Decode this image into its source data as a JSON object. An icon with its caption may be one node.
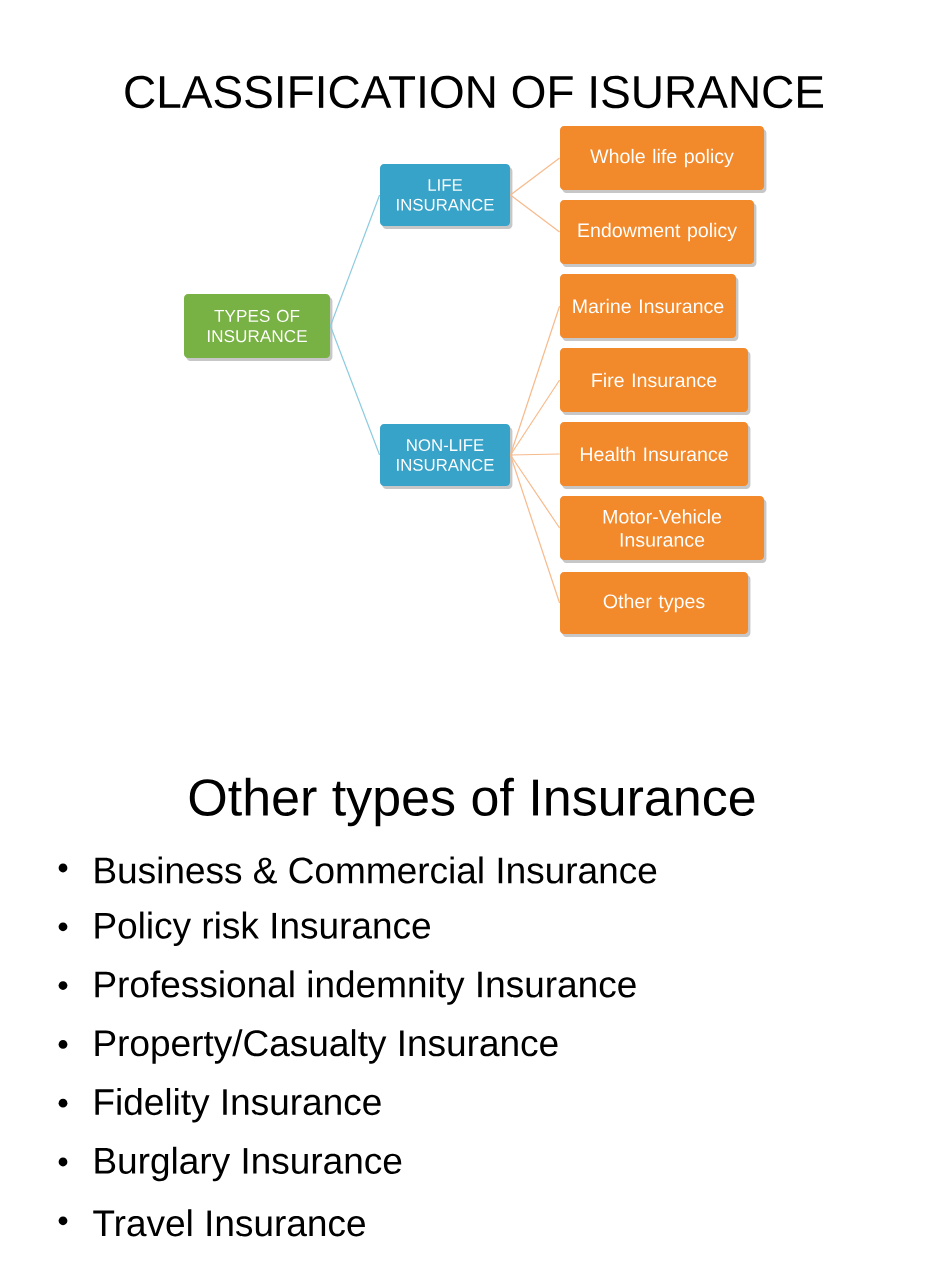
{
  "diagram": {
    "title": "CLASSIFICATION OF ISURANCE",
    "nodes": [
      {
        "text": [
          "TYPES OF INSURANCE"
        ]
      },
      {
        "text": [
          "LIFE INSURANCE"
        ]
      },
      {
        "text": [
          "NON-LIFE INSURANCE"
        ]
      },
      {
        "text": [
          "Whole life policy"
        ]
      },
      {
        "text": [
          "Endowment policy"
        ]
      },
      {
        "text": [
          "Marine Insurance"
        ]
      },
      {
        "text": [
          "Fire Insurance"
        ]
      },
      {
        "text": [
          "Health Insurance"
        ]
      },
      {
        "text": [
          "Motor-Vehicle Insurance"
        ]
      },
      {
        "text": [
          "Other types"
        ]
      }
    ],
    "edges": [
      {
        "from": 0,
        "to": 1,
        "arrow": "none",
        "color": "#8ccbe0"
      },
      {
        "from": 0,
        "to": 2,
        "arrow": "none",
        "color": "#8ccbe0"
      },
      {
        "from": 1,
        "to": 3,
        "arrow": "none"
      },
      {
        "from": 1,
        "to": 4,
        "arrow": "none"
      },
      {
        "from": 2,
        "to": 5,
        "arrow": "none"
      },
      {
        "from": 2,
        "to": 6,
        "arrow": "none"
      },
      {
        "from": 2,
        "to": 7,
        "arrow": "none"
      },
      {
        "from": 2,
        "to": 8,
        "arrow": "none"
      },
      {
        "from": 2,
        "to": 9,
        "arrow": "none"
      }
    ],
    "labels": [
      "Other types of Insurance",
      "Business & Commercial Insurance",
      "Policy risk Insurance",
      "Professional indemnity Insurance",
      "Property/Casualty Insurance",
      "Fidelity Insurance",
      "Burglary Insurance",
      "Travel Insurance"
    ]
  }
}
